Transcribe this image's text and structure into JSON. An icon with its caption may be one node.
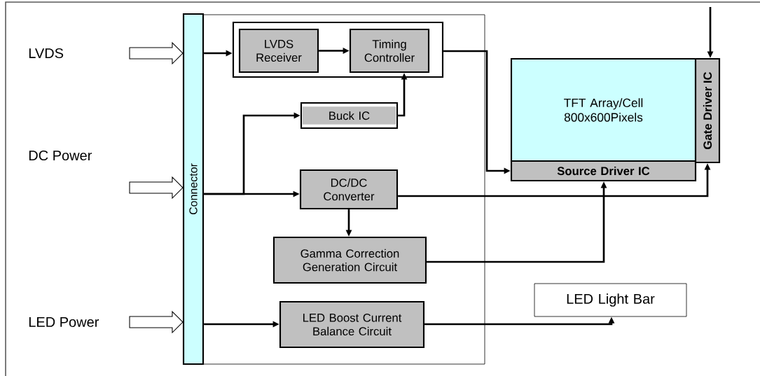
{
  "diagram": {
    "nodes": [
      {
        "text": [],
        "shape": "box"
      },
      {
        "text": [
          "Connector"
        ]
      },
      {
        "text": [],
        "shape": "box",
        "in": 0
      },
      {
        "text": [
          "LVDS Receiver"
        ],
        "in": 2
      },
      {
        "text": [
          "Timing Controller"
        ],
        "in": 2
      },
      {
        "text": [
          "Buck IC"
        ],
        "in": 0
      },
      {
        "text": [
          "DC/DC Converter"
        ],
        "in": 0
      },
      {
        "text": [
          "Gamma Correction Generation Circuit"
        ],
        "in": 0
      },
      {
        "text": [
          "LED Boost Current Balance Circuit"
        ],
        "in": 0
      },
      {
        "text": [
          "TFT Array/Cell 800x600Pixels"
        ]
      },
      {
        "text": [
          "Source Driver IC"
        ]
      },
      {
        "text": [
          "Gate Driver IC"
        ]
      },
      {
        "text": [
          "LED Light Bar"
        ]
      }
    ],
    "edges": [
      {
        "from": null,
        "to": 1,
        "arrow": "to",
        "style": "thick"
      },
      {
        "from": null,
        "to": 1,
        "arrow": "to",
        "style": "thick"
      },
      {
        "from": null,
        "to": 1,
        "arrow": "to",
        "style": "thick"
      },
      {
        "from": 1,
        "to": 2,
        "arrow": "to"
      },
      {
        "from": 3,
        "to": 4,
        "arrow": "to"
      },
      {
        "from": 1,
        "to": 5,
        "arrow": "to"
      },
      {
        "from": 1,
        "to": 6,
        "arrow": "to"
      },
      {
        "from": 5,
        "to": 4,
        "arrow": "to"
      },
      {
        "from": 2,
        "to": 10,
        "arrow": "to"
      },
      {
        "from": 6,
        "to": 11,
        "arrow": "to"
      },
      {
        "from": 6,
        "to": 7,
        "arrow": "to"
      },
      {
        "from": 7,
        "to": 10,
        "arrow": "to"
      },
      {
        "from": 8,
        "to": 12,
        "arrow": "to"
      },
      {
        "from": null,
        "to": 11,
        "arrow": "to"
      },
      {
        "from": 1,
        "to": 8,
        "arrow": "to"
      }
    ],
    "labels": [
      "LVDS",
      "DC Power",
      "LED Power"
    ]
  }
}
